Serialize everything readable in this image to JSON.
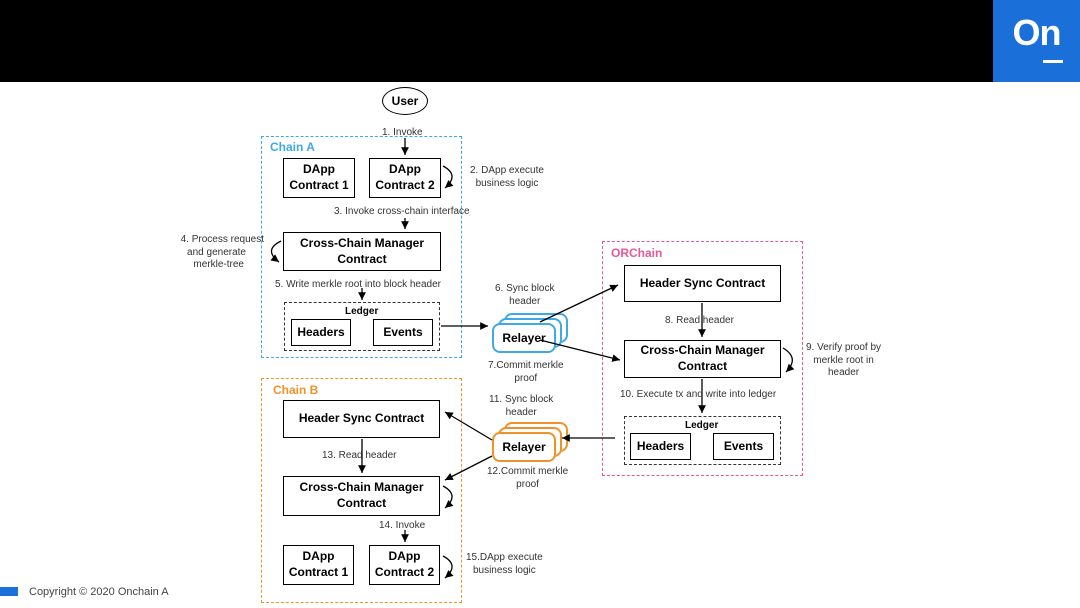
{
  "header": {
    "logo_text": "On",
    "logo_color": "#1b6fd8"
  },
  "colors": {
    "chain_a": "#3fa8e8",
    "chain_b": "#f0922b",
    "orchain": "#e8589a",
    "relayer_top": "#3fa8e8",
    "relayer_bottom": "#f0922b"
  },
  "user": "User",
  "chain_a": {
    "label": "Chain A",
    "dapp1": [
      "DApp",
      "Contract 1"
    ],
    "dapp2": [
      "DApp",
      "Contract 2"
    ],
    "ccm": [
      "Cross-Chain Manager",
      "Contract"
    ],
    "ledger": {
      "label": "Ledger",
      "headers": "Headers",
      "events": "Events"
    }
  },
  "orchain": {
    "label": "ORChain",
    "header_sync": "Header Sync Contract",
    "ccm": [
      "Cross-Chain Manager",
      "Contract"
    ],
    "ledger": {
      "label": "Ledger",
      "headers": "Headers",
      "events": "Events"
    }
  },
  "chain_b": {
    "label": "Chain B",
    "header_sync": "Header Sync Contract",
    "ccm": [
      "Cross-Chain Manager",
      "Contract"
    ],
    "dapp1": [
      "DApp",
      "Contract 1"
    ],
    "dapp2": [
      "DApp",
      "Contract 2"
    ]
  },
  "relayer": "Relayer",
  "steps": {
    "s1": "1. Invoke",
    "s2": [
      "2. DApp execute",
      "business logic"
    ],
    "s3": "3. Invoke cross-chain interface",
    "s4": [
      "4. Process request",
      "and generate",
      "merkle-tree"
    ],
    "s5": "5. Write merkle root into block header",
    "s6": [
      "6. Sync block",
      "header"
    ],
    "s7": [
      "7.Commit merkle",
      "proof"
    ],
    "s8": "8. Read header",
    "s9": [
      "9. Verify proof  by",
      "merkle root in",
      "header"
    ],
    "s10": "10. Execute tx and write into ledger",
    "s11": [
      "11. Sync block",
      "header"
    ],
    "s12": [
      "12.Commit merkle",
      "proof"
    ],
    "s13": "13. Read header",
    "s14": "14. Invoke",
    "s15": [
      "15.DApp execute",
      "business logic"
    ]
  },
  "footer": "Copyright © 2020 Onchain  A"
}
